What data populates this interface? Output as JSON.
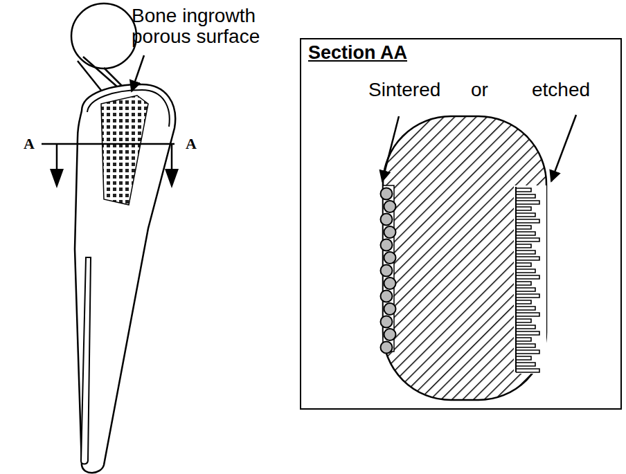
{
  "diagram": {
    "nodes": [
      {
        "text": [
          "Section AA"
        ]
      }
    ],
    "labels": [
      "Bone ingrowth porous surface",
      "A",
      "A",
      "Sintered",
      "or",
      "etched"
    ]
  }
}
